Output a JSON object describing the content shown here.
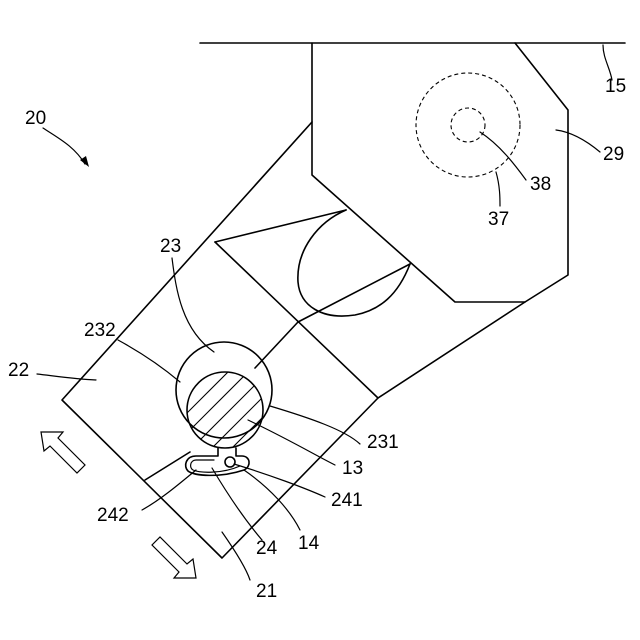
{
  "labels": {
    "ref_20": "20",
    "ref_15": "15",
    "ref_29": "29",
    "ref_38": "38",
    "ref_37": "37",
    "ref_23": "23",
    "ref_232": "232",
    "ref_22": "22",
    "ref_231": "231",
    "ref_13": "13",
    "ref_241": "241",
    "ref_242": "242",
    "ref_14": "14",
    "ref_24": "24",
    "ref_21": "21"
  }
}
